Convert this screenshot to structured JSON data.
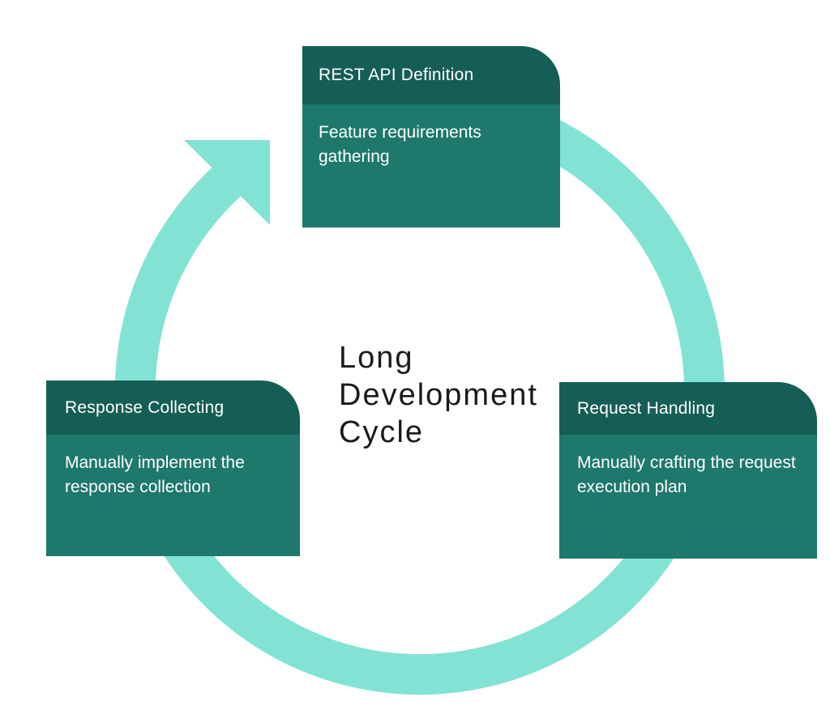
{
  "diagram": {
    "center_title": {
      "text": "Long Development Cycle",
      "lines": [
        "Long",
        "Development",
        "Cycle"
      ]
    },
    "cycle": {
      "direction": "clockwise",
      "arrow_icon": "arrow-up-right"
    },
    "cards": [
      {
        "key": "rest-api-definition",
        "position": "top",
        "title": "REST API Definition",
        "description": "Feature requirements gathering"
      },
      {
        "key": "request-handling",
        "position": "right",
        "title": "Request Handling",
        "description": "Manually crafting the request execution plan"
      },
      {
        "key": "response-collecting",
        "position": "left",
        "title": "Response Collecting",
        "description": "Manually implement the response collection"
      }
    ],
    "colors": {
      "ring": "#82E3D4",
      "card_header": "#155E55",
      "card_body": "#1E786C",
      "card_text": "#FFFFFF",
      "title_text": "#1A1A1A",
      "background": "#FFFFFF"
    }
  }
}
